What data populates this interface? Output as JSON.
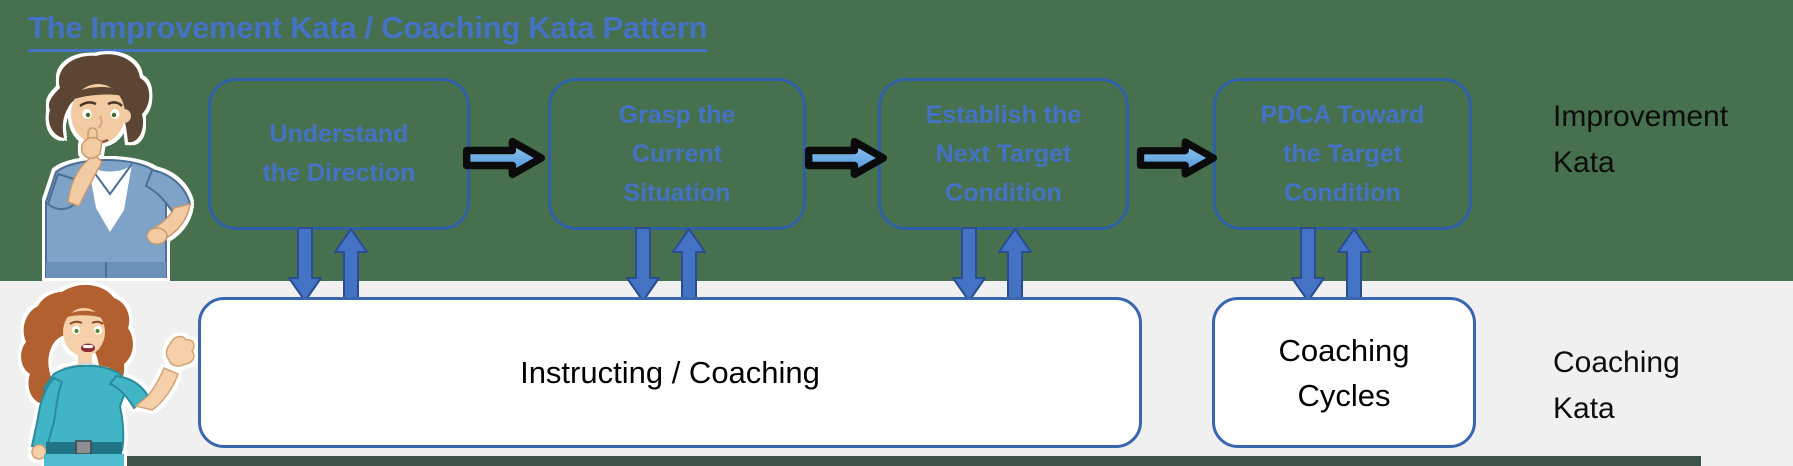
{
  "title": "The Improvement Kata / Coaching Kata Pattern",
  "improvement_row": {
    "side_label": "Improvement\nKata",
    "boxes": [
      {
        "label": "Understand\nthe Direction"
      },
      {
        "label": "Grasp the\nCurrent\nSituation"
      },
      {
        "label": "Establish the\nNext Target\nCondition"
      },
      {
        "label": "PDCA Toward\nthe Target\nCondition"
      }
    ]
  },
  "coaching_row": {
    "side_label": "Coaching\nKata",
    "instructing_box_label": "Instructing / Coaching",
    "cycles_box_label": "Coaching\nCycles"
  },
  "icons": {
    "horizontal_arrow": "right-arrow-icon",
    "down_arrow": "down-arrow-icon",
    "up_arrow": "up-arrow-icon",
    "left_top_character": "thinking-man-illustration",
    "left_bottom_character": "presenting-woman-illustration"
  },
  "colors": {
    "background_green": "#47714e",
    "band_gray": "#f0f0f1",
    "bottom_strip": "#3f5247",
    "title_blue": "#4472c4",
    "box_text_blue": "#4472c4",
    "box_border_blue": "#2e5fa8",
    "bottom_box_border_blue": "#3a66b0",
    "vertical_arrow_blue": "#4472c4",
    "horizontal_arrow_light_blue": "#93cbf2",
    "horizontal_arrow_outline": "#0b0b0b",
    "label_black": "#0d0d0d"
  }
}
